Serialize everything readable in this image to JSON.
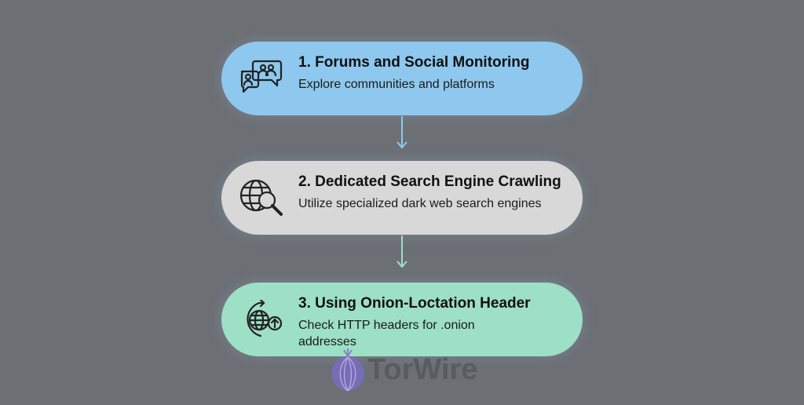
{
  "steps": [
    {
      "title": "1. Forums and Social Monitoring",
      "description": "Explore communities and platforms",
      "icon": "chat-users-icon",
      "color": "#8ec8ee"
    },
    {
      "title": "2. Dedicated Search Engine Crawling",
      "description": "Utilize specialized dark web search engines",
      "icon": "globe-search-icon",
      "color": "#d8d8d8"
    },
    {
      "title": "3. Using Onion-Loctation Header",
      "description": "Check HTTP headers for .onion addresses",
      "icon": "globe-refresh-upload-icon",
      "color": "#9de0c6"
    }
  ],
  "watermark": {
    "text": "TorWire"
  },
  "colors": {
    "background": "#6c6f74",
    "arrow1": "#8ec8ee",
    "arrow2": "#9de0c6"
  }
}
